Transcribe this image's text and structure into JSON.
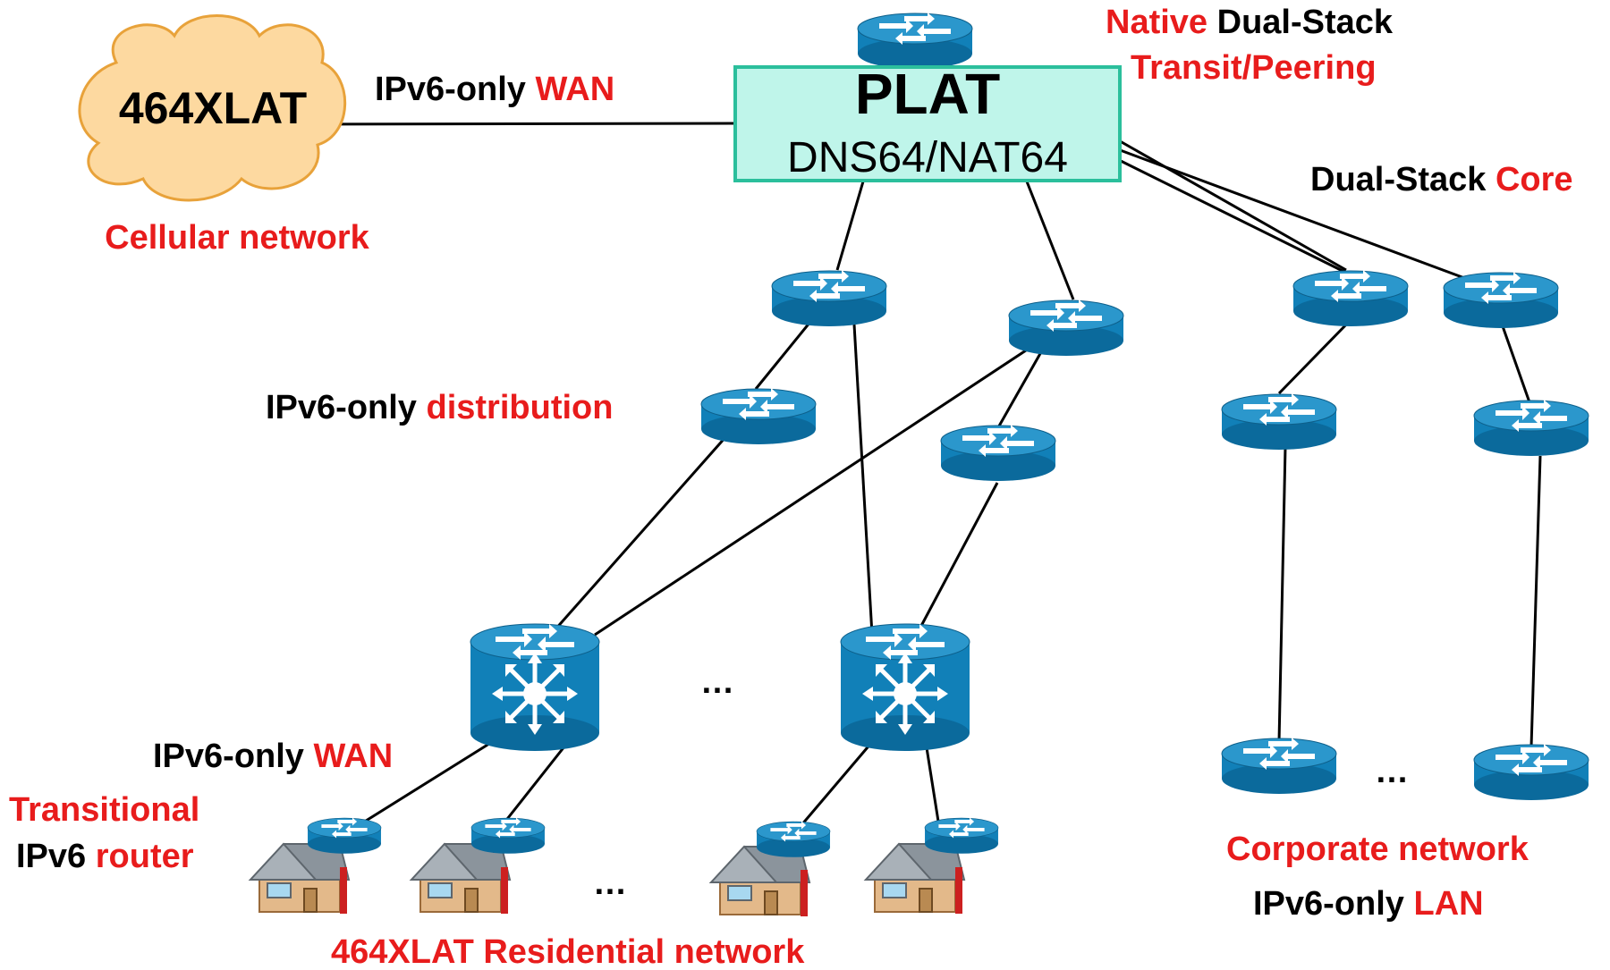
{
  "colors": {
    "red": "#e81c1c",
    "black": "#000000",
    "plat_fill": "#bff5ea",
    "plat_border": "#2bbf9c",
    "cloud_fill": "#fdd9a0",
    "cloud_border": "#e8a23a",
    "router": "#1180b8",
    "house": "#e3b98a"
  },
  "plat": {
    "title": "PLAT",
    "subtitle": "DNS64/NAT64"
  },
  "cloud": {
    "label": "464XLAT",
    "caption": "Cellular network"
  },
  "labels": {
    "wan_top": {
      "a": "IPv6-only ",
      "b": "WAN"
    },
    "native": {
      "a": "Native ",
      "b": "Dual-Stack"
    },
    "transit": "Transit/Peering",
    "core": {
      "a": "Dual-Stack ",
      "b": "Core"
    },
    "distribution": {
      "a": "IPv6-only ",
      "b": "distribution"
    },
    "wan_bottom": {
      "a": "IPv6-only ",
      "b": "WAN"
    },
    "transitional": "Transitional",
    "ipv6router": {
      "a": "IPv6 ",
      "b": "router"
    },
    "residential": "464XLAT Residential network",
    "corporate": "Corporate network",
    "lan": {
      "a": "IPv6-only ",
      "b": "LAN"
    },
    "ellipsis_switches": "…",
    "ellipsis_houses": "…",
    "ellipsis_corp": "…"
  },
  "icons": [
    "router-icon",
    "multilayer-switch-icon",
    "house-icon",
    "cloud-icon"
  ]
}
